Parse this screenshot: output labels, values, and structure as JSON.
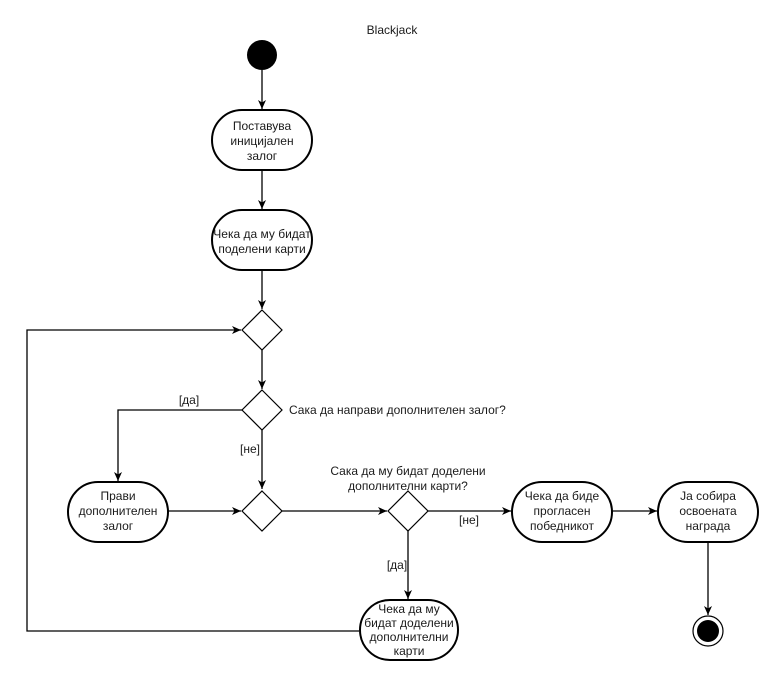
{
  "title": "Blackjack",
  "nodes": {
    "start": {
      "type": "initial"
    },
    "place_bet": {
      "type": "action",
      "lines": [
        "Поставува",
        "иницијален",
        "залог"
      ]
    },
    "wait_cards": {
      "type": "action",
      "lines": [
        "Чека да му бидат",
        "поделени карти"
      ]
    },
    "merge_loop": {
      "type": "merge"
    },
    "decision_bet": {
      "type": "decision",
      "label": "Сака да направи дополнителен залог?"
    },
    "extra_bet": {
      "type": "action",
      "lines": [
        "Прави",
        "дополнителен",
        "залог"
      ]
    },
    "merge_bet": {
      "type": "merge"
    },
    "decision_cards": {
      "type": "decision",
      "lines": [
        "Сака да му бидат доделени",
        "дополнителни карти?"
      ]
    },
    "wait_winner": {
      "type": "action",
      "lines": [
        "Чека да биде",
        "прогласен",
        "победникот"
      ]
    },
    "collect_prize": {
      "type": "action",
      "lines": [
        "Ја собира",
        "освоената",
        "награда"
      ]
    },
    "wait_extra_cards": {
      "type": "action",
      "lines": [
        "Чека да му",
        "бидат доделени",
        "дополнителни",
        "карти"
      ]
    },
    "end": {
      "type": "final"
    }
  },
  "edges": [
    {
      "from": "start",
      "to": "place_bet",
      "label": ""
    },
    {
      "from": "place_bet",
      "to": "wait_cards",
      "label": ""
    },
    {
      "from": "wait_cards",
      "to": "merge_loop",
      "label": ""
    },
    {
      "from": "merge_loop",
      "to": "decision_bet",
      "label": ""
    },
    {
      "from": "decision_bet",
      "to": "extra_bet",
      "label": "[да]"
    },
    {
      "from": "decision_bet",
      "to": "merge_bet",
      "label": "[не]"
    },
    {
      "from": "extra_bet",
      "to": "merge_bet",
      "label": ""
    },
    {
      "from": "merge_bet",
      "to": "decision_cards",
      "label": ""
    },
    {
      "from": "decision_cards",
      "to": "wait_winner",
      "label": "[не]"
    },
    {
      "from": "decision_cards",
      "to": "wait_extra_cards",
      "label": "[да]"
    },
    {
      "from": "wait_winner",
      "to": "collect_prize",
      "label": ""
    },
    {
      "from": "collect_prize",
      "to": "end",
      "label": ""
    },
    {
      "from": "wait_extra_cards",
      "to": "merge_loop",
      "label": ""
    }
  ]
}
